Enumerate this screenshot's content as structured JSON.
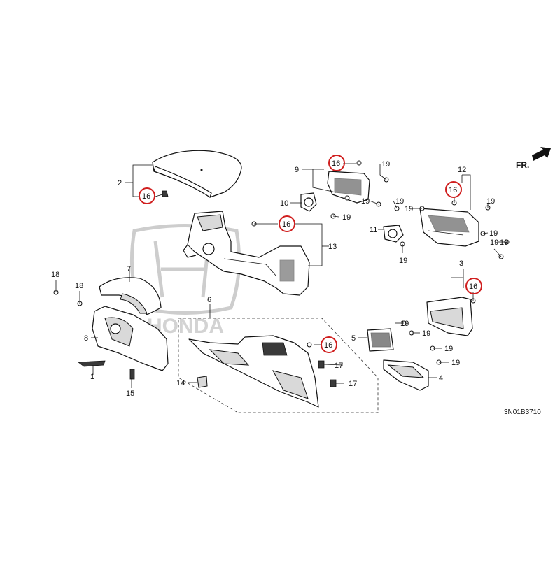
{
  "diagram": {
    "code": "3N01B3710",
    "direction_label": "FR.",
    "callouts": {
      "c1": "1",
      "c2": "2",
      "c3": "3",
      "c4": "4",
      "c5": "5",
      "c6": "6",
      "c7": "7",
      "c8": "8",
      "c9": "9",
      "c10": "10",
      "c11": "11",
      "c12": "12",
      "c13": "13",
      "c14": "14",
      "c15": "15",
      "c17a": "17",
      "c17b": "17",
      "c18a": "18",
      "c18b": "18",
      "c19a": "19",
      "c19b": "19",
      "c19c": "19",
      "c19d": "19",
      "c19e": "19",
      "c19f": "19",
      "c19g": "19",
      "c19h": "19",
      "c19i": "19",
      "c19j": "19",
      "c19k": "19",
      "c19l": "19",
      "c19m": "19",
      "c19n": "19"
    },
    "highlighted": {
      "h1": "16",
      "h2": "16",
      "h3": "16",
      "h4": "16",
      "h5": "16",
      "h6": "16"
    },
    "highlight_color": "#d01f1f"
  }
}
